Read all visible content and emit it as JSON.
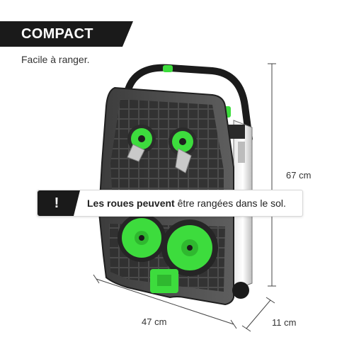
{
  "header": {
    "badge_label": "COMPACT",
    "subtitle": "Facile à ranger."
  },
  "notice": {
    "icon_glyph": "!",
    "bold_text": "Les roues peuvent",
    "regular_text": " être rangées dans le sol."
  },
  "dimensions": {
    "height": "67 cm",
    "width": "47 cm",
    "depth": "11 cm"
  },
  "colors": {
    "accent_green": "#3ddc3d",
    "dark": "#1a1a1a",
    "frame_gray": "#5a5a5a"
  },
  "product": {
    "icon_name": "folding-trolley-image"
  }
}
